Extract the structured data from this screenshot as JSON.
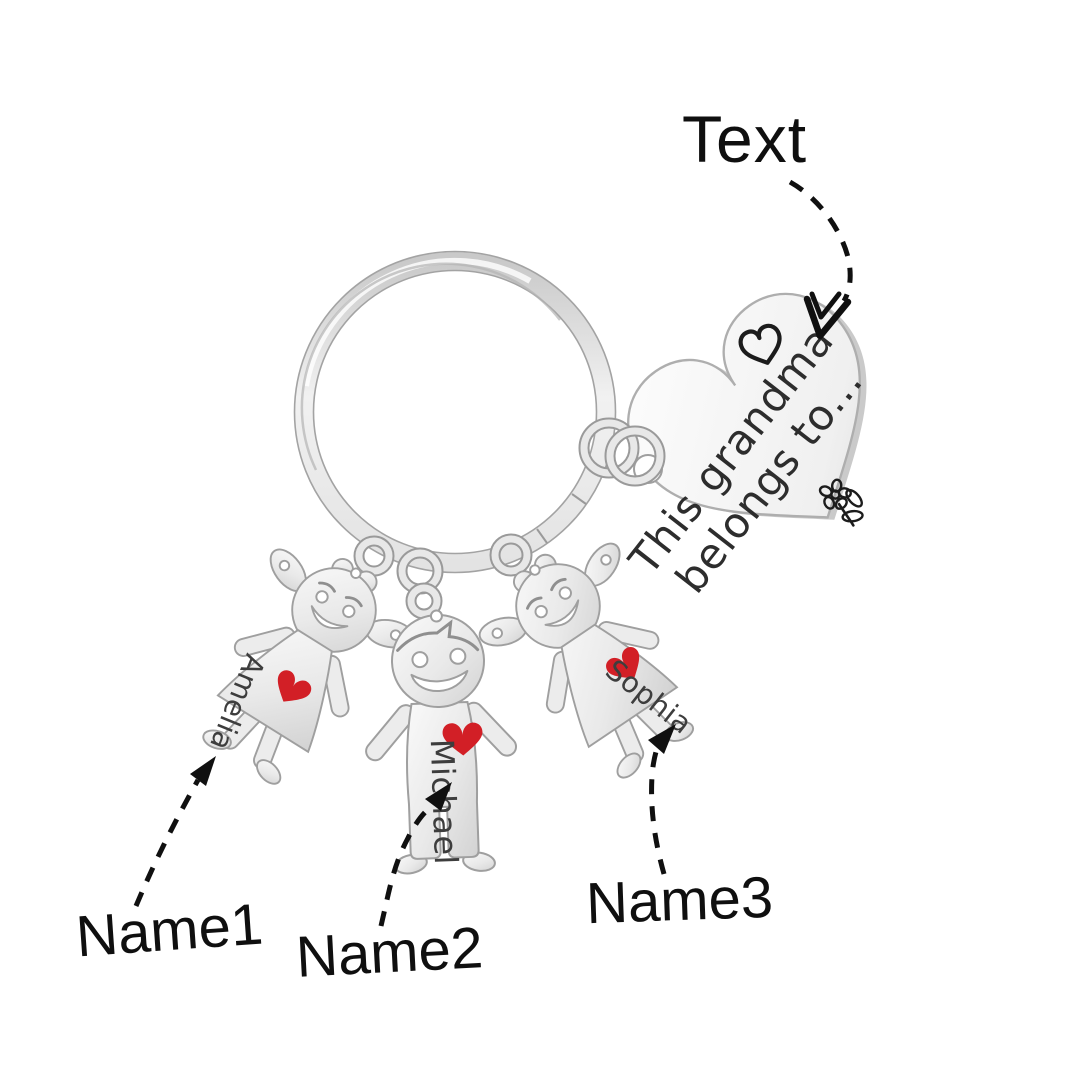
{
  "labels": {
    "text": "Text",
    "name1": "Name1",
    "name2": "Name2",
    "name3": "Name3"
  },
  "pendant": {
    "shape": "heart",
    "line1": "This grandma",
    "line2": "belongs to...",
    "doodles": [
      "heart-outline",
      "flower"
    ]
  },
  "charms": [
    {
      "type": "girl",
      "name": "Amelia"
    },
    {
      "type": "boy",
      "name": "Michael"
    },
    {
      "type": "girl",
      "name": "Sophia"
    }
  ],
  "colors": {
    "background": "#ffffff",
    "metal_light": "#f6f6f6",
    "metal_mid": "#dddddd",
    "metal_edge": "#9f9f9f",
    "engraving": "#3d3d3d",
    "heart_red": "#d21f26",
    "annotation_ink": "#101010"
  }
}
